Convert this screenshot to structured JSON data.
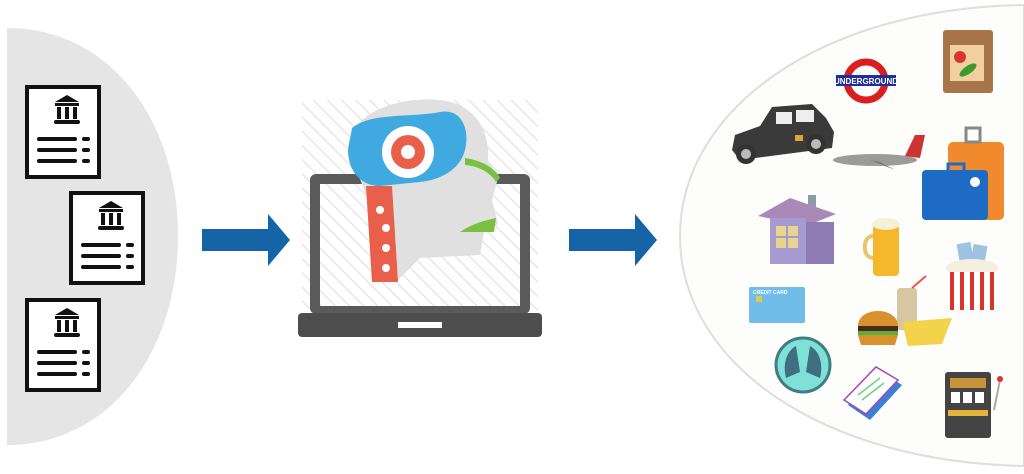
{
  "diagram": {
    "colors": {
      "arrow": "#1565a6",
      "left_panel": "#e5e5e5",
      "right_panel": "#fdfdfb"
    },
    "input": {
      "document_count": 3,
      "icon": "bank-document-icon"
    },
    "process": {
      "icon": "ai-head-laptop-icon"
    },
    "output": {
      "icons": [
        "taxi-icon",
        "underground-icon",
        "grocery-bag-icon",
        "airplane-icon",
        "luggage-icon",
        "house-icon",
        "beer-icon",
        "popcorn-icon",
        "credit-card-icon",
        "fast-food-icon",
        "charity-hands-icon",
        "bill-icon",
        "slot-machine-icon"
      ],
      "underground_label": "UNDERGROUND",
      "credit_card_label": "CREDIT CARD"
    }
  }
}
